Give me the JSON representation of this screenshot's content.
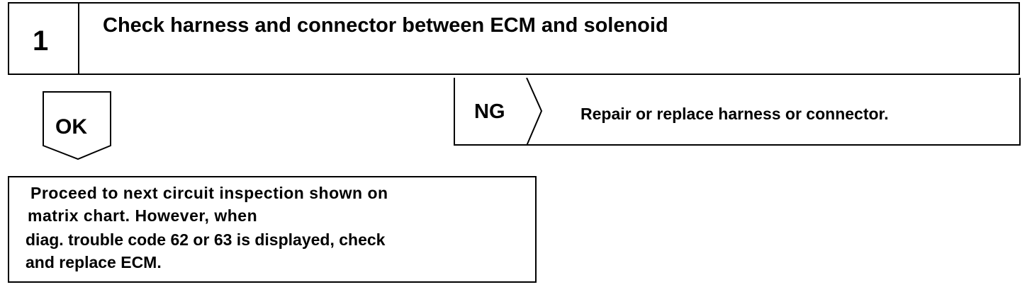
{
  "step": {
    "number": "1",
    "title": "Check harness and connector between ECM and solenoid"
  },
  "ok_branch": {
    "label": "OK"
  },
  "ng_branch": {
    "label": "NG",
    "action": "Repair or replace harness or connector."
  },
  "result": {
    "lines": [
      "Proceed to next circuit inspection shown on",
      "matrix chart.  However, when",
      "diag. trouble code 62 or 63 is displayed, check",
      "and replace ECM."
    ]
  }
}
